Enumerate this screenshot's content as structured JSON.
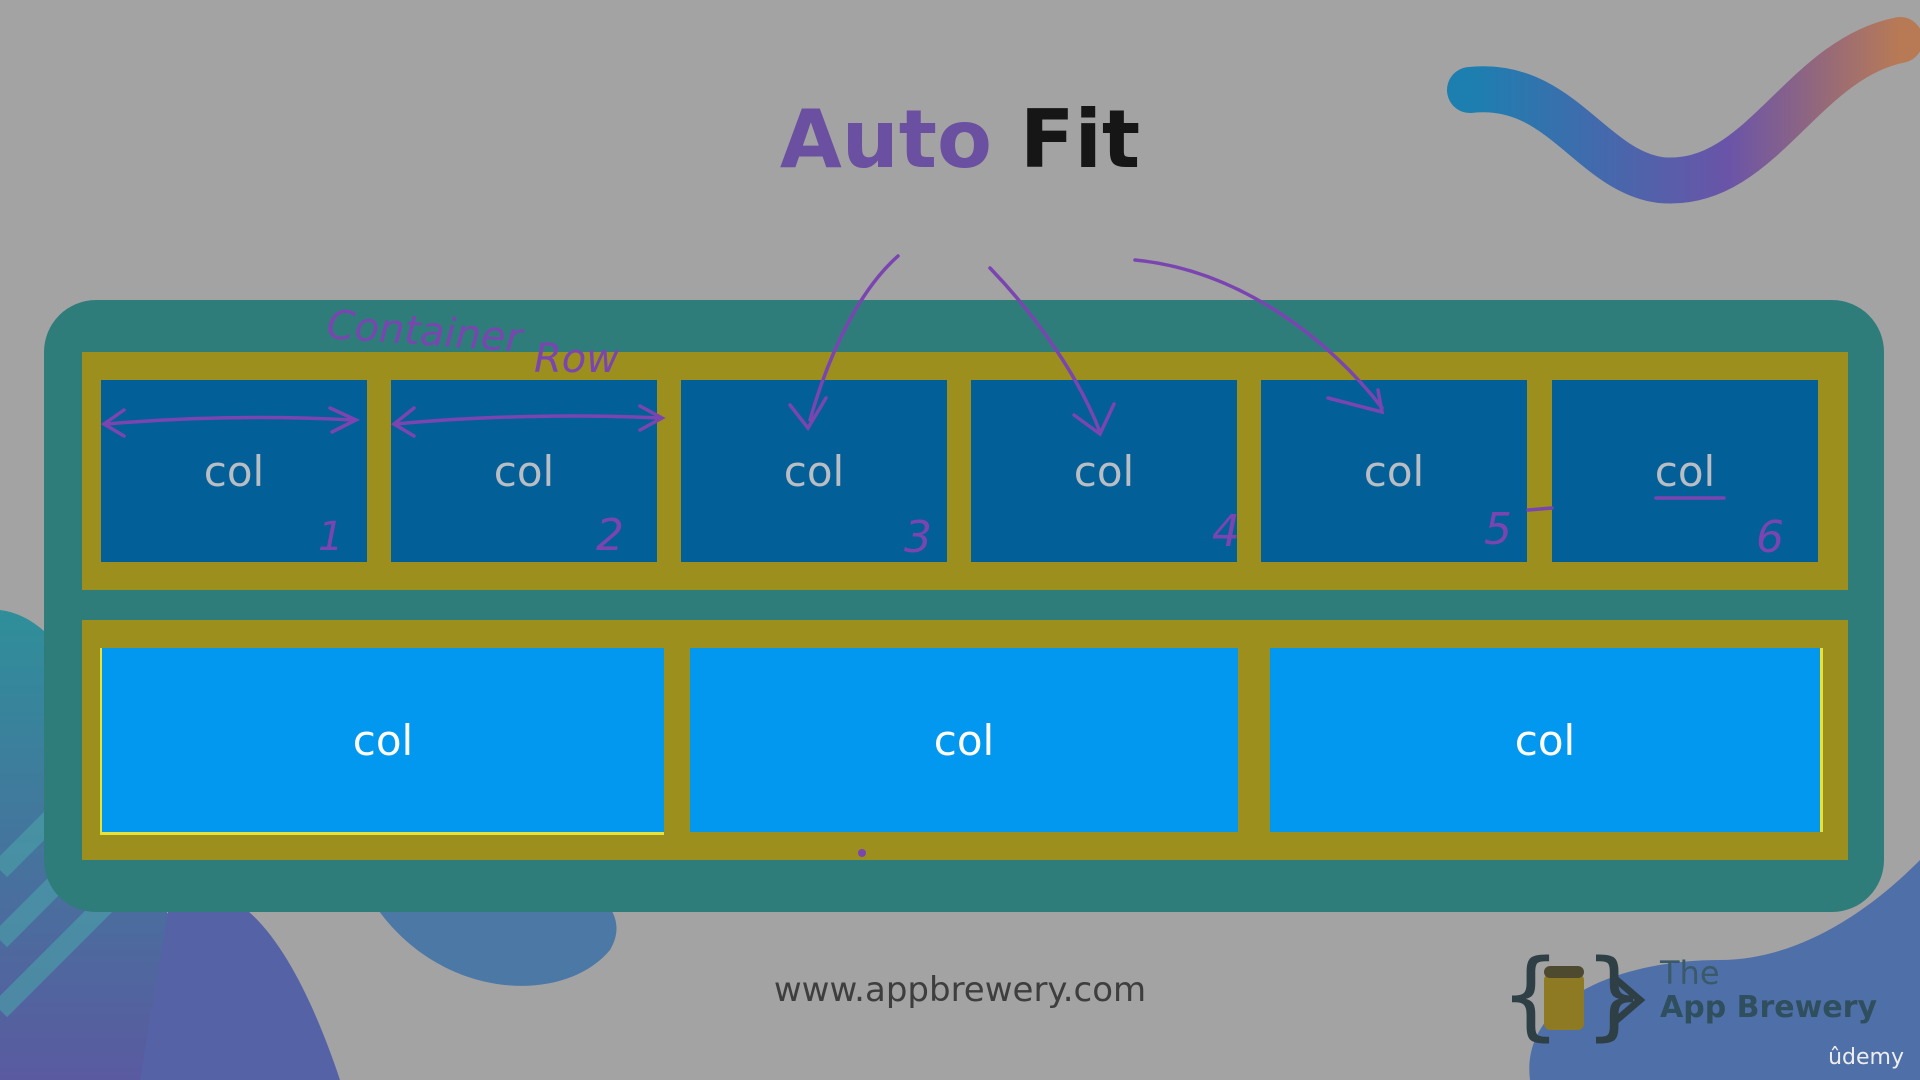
{
  "title": {
    "word1": "Auto",
    "word2": "Fit"
  },
  "row1_cols": [
    "col",
    "col",
    "col",
    "col",
    "col",
    "col"
  ],
  "row2_cols": [
    "col",
    "col",
    "col"
  ],
  "annotations": {
    "container": "Container",
    "row": "Row",
    "numbers": [
      "1",
      "2",
      "3",
      "4",
      "5",
      "6"
    ]
  },
  "footer": {
    "url": "www.appbrewery.com"
  },
  "logo": {
    "line1": "The",
    "line2": "App Brewery",
    "icon": "code-braces-beer-icon"
  },
  "watermark": "ûdemy",
  "colors": {
    "background": "#a3a3a3",
    "container": "#2e7d7b",
    "row": "#9c8f1e",
    "col_dark": "#035f97",
    "col_light": "#0298f0",
    "title_accent": "#6b4fa0",
    "ink": "#7a45b0"
  }
}
